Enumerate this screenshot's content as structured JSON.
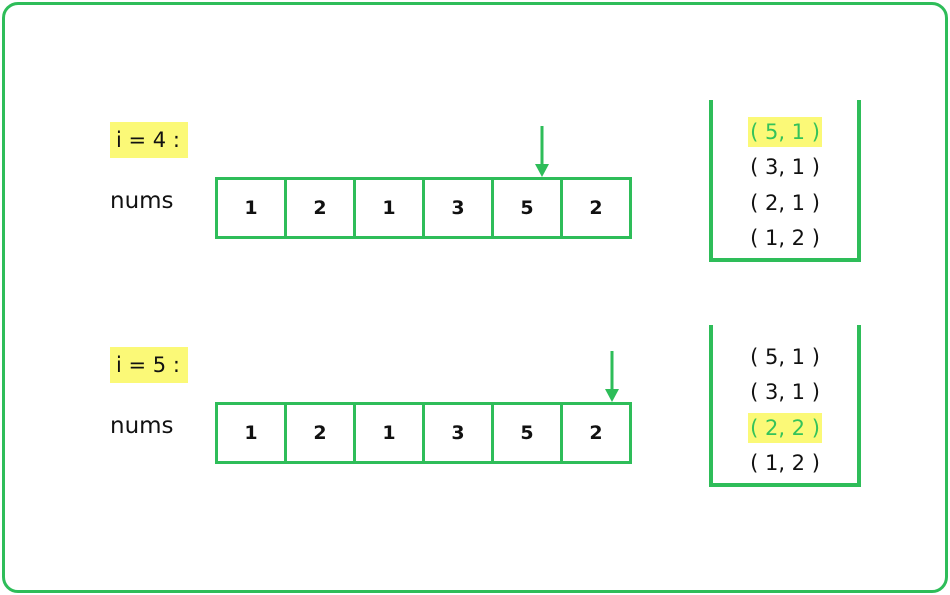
{
  "colors": {
    "accent": "#2ebd59",
    "highlight_bg": "#fbf977",
    "highlight_text": "#34c35a",
    "text": "#111111"
  },
  "panels": [
    {
      "iteration_label": "i = 4 :",
      "array_label": "nums",
      "nums": [
        "1",
        "2",
        "1",
        "3",
        "5",
        "2"
      ],
      "arrow_index": 4,
      "heap": [
        "( 5, 1 )",
        "( 3, 1 )",
        "( 2, 1 )",
        "( 1, 2 )"
      ],
      "heap_highlight_index": 0
    },
    {
      "iteration_label": "i = 5 :",
      "array_label": "nums",
      "nums": [
        "1",
        "2",
        "1",
        "3",
        "5",
        "2"
      ],
      "arrow_index": 5,
      "heap": [
        "( 5, 1 )",
        "( 3, 1 )",
        "( 2, 2 )",
        "( 1, 2 )"
      ],
      "heap_highlight_index": 2
    }
  ]
}
